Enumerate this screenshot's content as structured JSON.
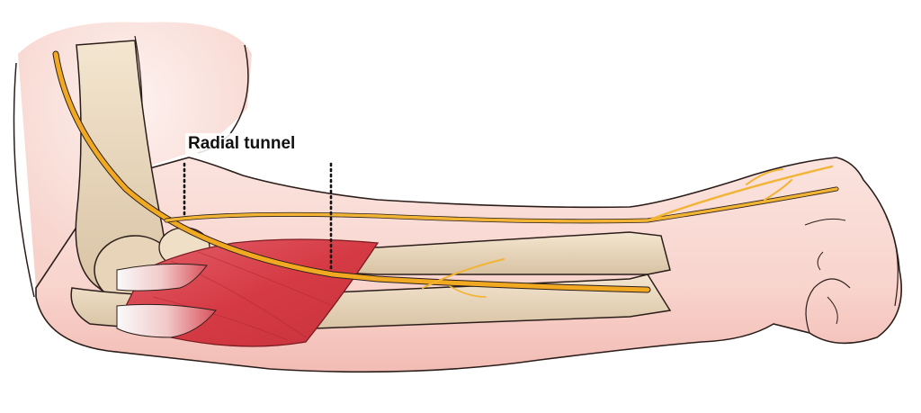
{
  "figure": {
    "subject": "Forearm anatomy showing the radial nerve passing through the radial tunnel",
    "labels": [
      {
        "text": "Radial tunnel",
        "pointer_style": "dotted vertical lines"
      }
    ],
    "colors": {
      "skin": "#f8d6d0",
      "skin_shadow": "#f1b7b0",
      "bone": "#eddcc3",
      "bone_shadow": "#cdb89a",
      "muscle": "#d9414a",
      "tendon": "#f3e6e4",
      "nerve": "#f2a922",
      "outline": "#2b1e1a",
      "label_text": "#111111"
    }
  }
}
